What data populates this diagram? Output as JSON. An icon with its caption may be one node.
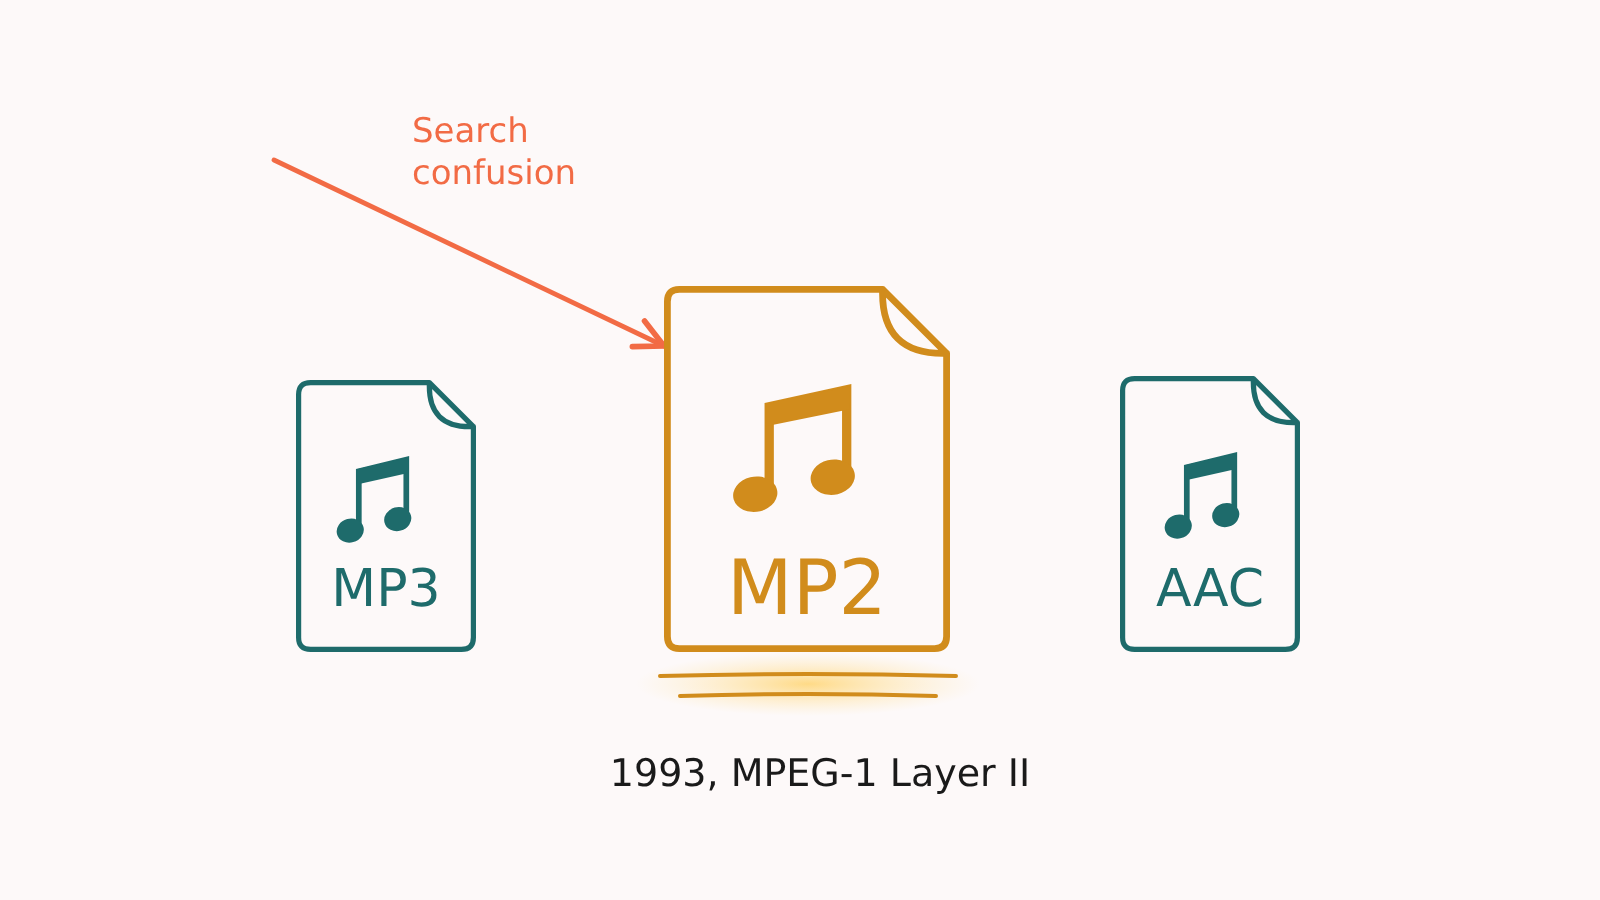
{
  "diagram": {
    "nodes": [
      {
        "text": [
          "MP3"
        ]
      },
      {
        "text": [
          "MP2"
        ],
        "beside": [
          "1993, MPEG-1 Layer II"
        ]
      },
      {
        "text": [
          "AAC"
        ]
      }
    ],
    "edges": [
      {
        "from": null,
        "to": 1,
        "arrow": "to",
        "label": "Search confusion",
        "color": "#f26b45"
      }
    ]
  }
}
